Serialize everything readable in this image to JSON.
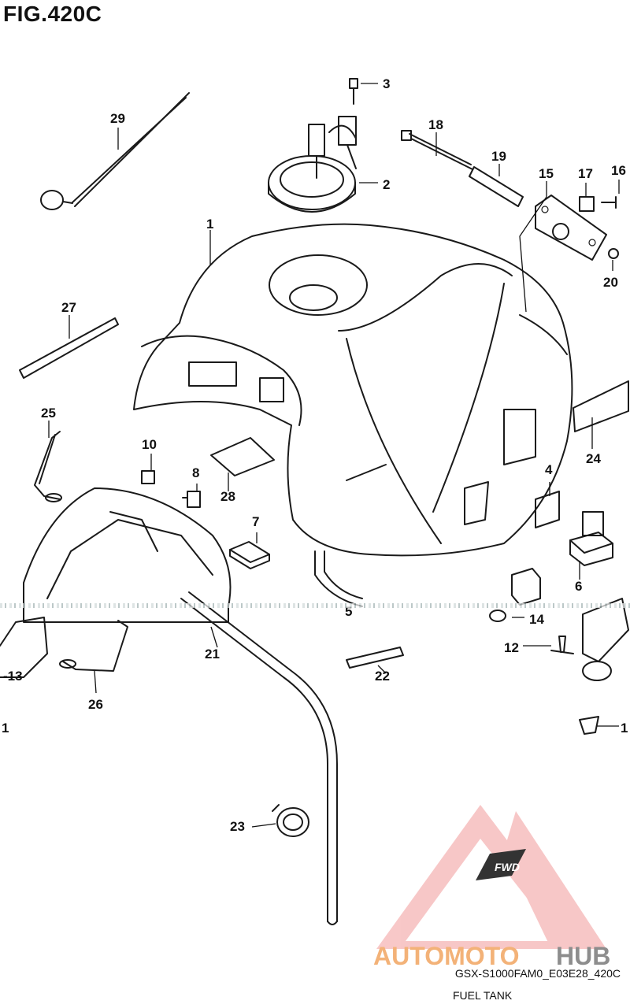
{
  "figure": {
    "title": "FIG.420C",
    "code": "GSX-S1000FAM0_E03E28_420C",
    "name": "FUEL TANK"
  },
  "watermark": {
    "brand_left": "AUTOMOTO",
    "brand_right": "HUB",
    "badge": "FWD",
    "colors": {
      "triangle": "#f29b9b",
      "brand_left": "#f3b278",
      "brand_right": "#8d8d8d"
    }
  },
  "callouts": [
    "1",
    "2",
    "3",
    "4",
    "5",
    "6",
    "7",
    "8",
    "10",
    "12",
    "13",
    "14",
    "15",
    "16",
    "17",
    "18",
    "19",
    "20",
    "21",
    "22",
    "23",
    "24",
    "25",
    "26",
    "27",
    "28",
    "29",
    "1",
    "1"
  ],
  "colors": {
    "line": "#1a1a1a",
    "background": "#ffffff"
  }
}
